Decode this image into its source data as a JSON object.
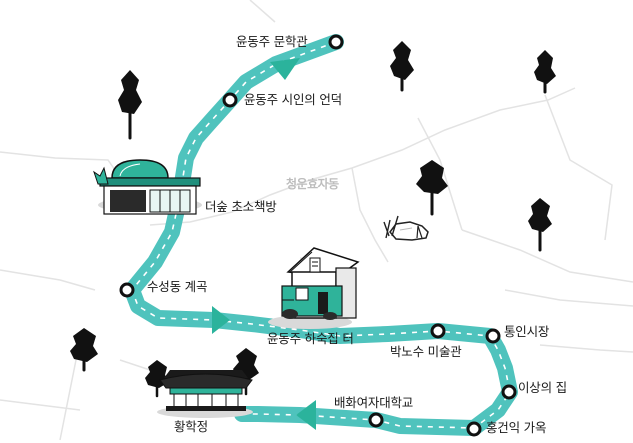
{
  "district_label": "청운효자동",
  "route": {
    "line_color": "#4fc3bd",
    "dash_color": "#ffffff",
    "arrow_color": "#2bb39c",
    "stops": [
      {
        "id": "yundongju-literature-hall",
        "name": "윤동주 문학관"
      },
      {
        "id": "poet-hill",
        "name": "윤동주 시인의 언덕"
      },
      {
        "id": "deosup-bookstore",
        "name": "더숲 초소책방"
      },
      {
        "id": "suseongdong-valley",
        "name": "수성동 계곡"
      },
      {
        "id": "boarding-house-site",
        "name": "윤동주 하숙집 터"
      },
      {
        "id": "parknosu-museum",
        "name": "박노수 미술관"
      },
      {
        "id": "tongin-market",
        "name": "통인시장"
      },
      {
        "id": "yisang-house",
        "name": "이상의 집"
      },
      {
        "id": "hong-geonik-house",
        "name": "홍건익 가옥"
      },
      {
        "id": "paiwha-school",
        "name": "배화여자대학교"
      },
      {
        "id": "hwanghakjeong",
        "name": "황학정"
      }
    ]
  }
}
